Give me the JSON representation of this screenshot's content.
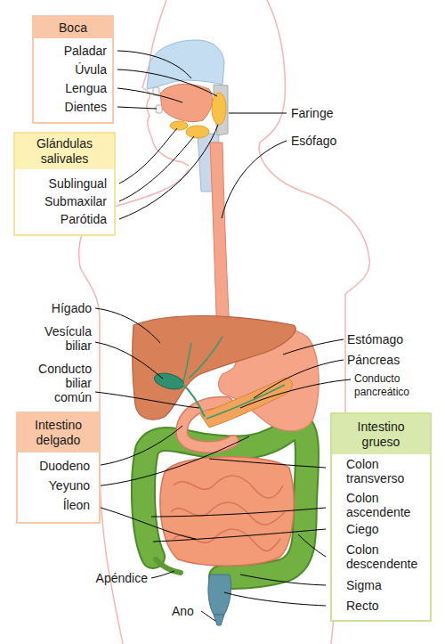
{
  "diagram": {
    "nodes": [
      {
        "text": [
          "Boca",
          "Paladar",
          "Úvula",
          "Lengua",
          "Dientes"
        ]
      },
      {
        "text": [
          "Glándulas salivales",
          "Sublingual",
          "Submaxilar",
          "Parótida"
        ]
      },
      {
        "text": [
          "Intestino delgado",
          "Duodeno",
          "Yeyuno",
          "Íleon"
        ]
      },
      {
        "text": [
          "Intestino grueso",
          "Colon transverso",
          "Colon ascendente",
          "Ciego",
          "Colon descendente",
          "Sigma",
          "Recto"
        ]
      }
    ],
    "labels": [
      "Faringe",
      "Esófago",
      "Hígado",
      "Vesícula biliar",
      "Estómago",
      "Páncreas",
      "Conducto biliar común",
      "Conducto pancreático",
      "Apéndice",
      "Ano"
    ]
  }
}
